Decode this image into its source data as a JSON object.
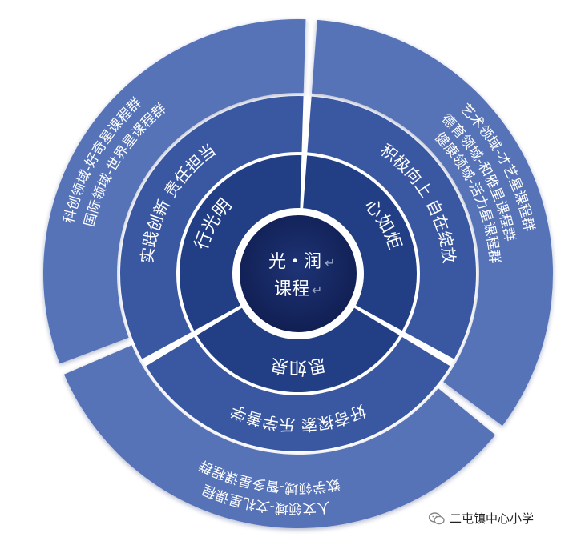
{
  "center": {
    "line1": "光・润",
    "line2": "课程",
    "return_mark": "↵"
  },
  "segments": [
    {
      "id": "right",
      "inner": "心如炬",
      "middle": "积极向上 自在绽放",
      "outer": [
        "艺术领域-才艺星课程群",
        "德育领域-和雅星课程群",
        "健康领域-活力星课程群"
      ]
    },
    {
      "id": "bottom",
      "inner": "思如泉",
      "middle": "好奇探索 乐学善学",
      "outer": [
        "人文领域-文礼星课程",
        "数学领域-智多星课程群"
      ]
    },
    {
      "id": "left",
      "inner": "行光明",
      "middle": "实践创新 责任担当",
      "outer": [
        "科创领域-好奇星课程群",
        "国际领域-世界星课程群"
      ]
    }
  ],
  "colors": {
    "outer_ring": "#5673b8",
    "middle_ring": "#3a58a2",
    "inner_ring": "#223f86",
    "center": "#14245e",
    "gap": "#ffffff"
  },
  "watermark": {
    "icon": "wechat-icon",
    "text": "二屯镇中心小学"
  }
}
